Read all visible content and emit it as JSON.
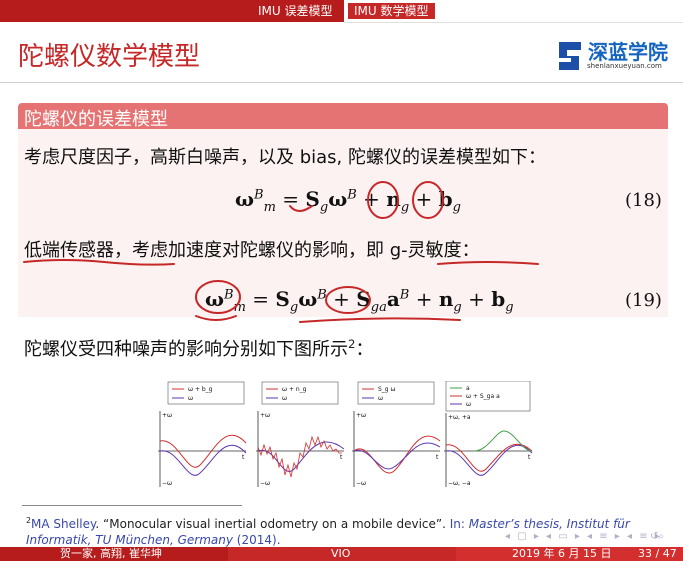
{
  "nav": {
    "tabs": [
      "IMU 误差模型",
      "IMU 数学模型"
    ],
    "active_tab": 1
  },
  "frame": {
    "title": "陀螺仪数学模型"
  },
  "logo": {
    "name": "深蓝学院",
    "url_text": "shenlanxueyuan.com"
  },
  "block": {
    "title": "陀螺仪的误差模型",
    "line1": "考虑尺度因子，高斯白噪声，以及 bias, 陀螺仪的误差模型如下：",
    "eq1_number": "(18)",
    "line2": "低端传感器，考虑加速度对陀螺仪的影响，即 g-灵敏度：",
    "eq2_number": "(19)"
  },
  "body": {
    "line3": "陀螺仪受四种噪声的影响分别如下图所示"
  },
  "plots": {
    "panel1": {
      "legend": [
        "ω + b_g",
        "ω"
      ],
      "y_top": "+ω",
      "y_bottom": "−ω",
      "x": "t"
    },
    "panel2": {
      "legend": [
        "ω + n_g",
        "ω"
      ],
      "y_top": "+ω",
      "y_bottom": "−ω",
      "x": "t"
    },
    "panel3": {
      "legend": [
        "S_g ω",
        "ω"
      ],
      "y_top": "+ω",
      "y_bottom": "−ω",
      "x": "t"
    },
    "panel4": {
      "legend": [
        "a",
        "ω + S_ga a",
        "ω"
      ],
      "y_top": "+ω, +a",
      "y_bottom": "−ω, −a",
      "x": "t"
    }
  },
  "footnote": {
    "mark": "2",
    "author": "MA Shelley",
    "title": ". “Monocular visual inertial odometry on a mobile device”.",
    "in": " In: ",
    "venue": "Master’s thesis, Institut für Informatik, TU München, Germany",
    "year": " (2014)."
  },
  "footer": {
    "authors": "贺一家, 高翔, 崔华坤",
    "course": "VIO",
    "date": "2019 年 6 月 15 日",
    "page": "33 / 47"
  },
  "colors": {
    "accent": "#c62828",
    "block_head": "#e57373",
    "block_body": "#fdf2f2",
    "curve_red": "#d32f2f",
    "curve_purple": "#5e35b1",
    "curve_green": "#43a047",
    "annotation": "#c62828"
  }
}
